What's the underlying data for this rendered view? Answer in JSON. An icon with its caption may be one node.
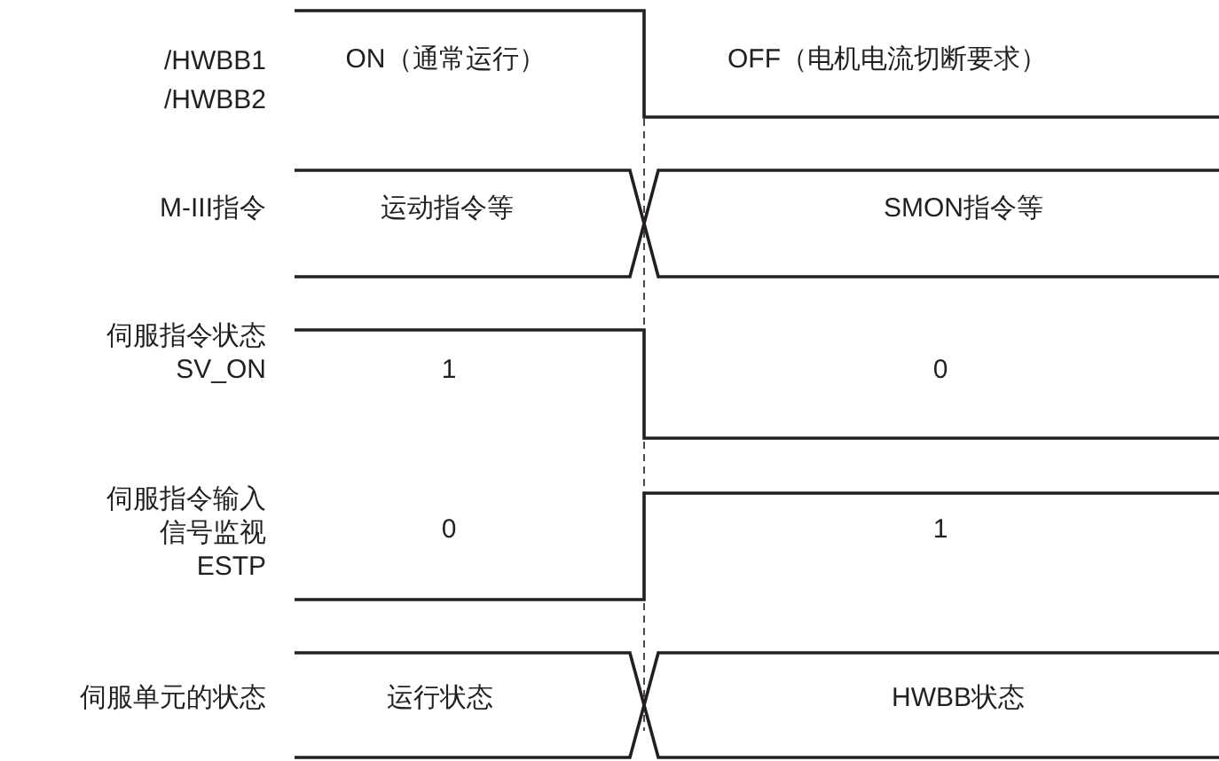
{
  "diagram": {
    "labels": [
      "/HWBB1",
      "/HWBB2",
      "ON（通常运行）",
      "OFF（电机电流切断要求）",
      "M-III指令",
      "运动指令等",
      "SMON指令等",
      "伺服指令状态SV_ON",
      "1",
      "0",
      "伺服指令输入信号监视ESTP",
      "0",
      "1",
      "伺服单元的状态",
      "运行状态",
      "HWBB状态"
    ]
  }
}
